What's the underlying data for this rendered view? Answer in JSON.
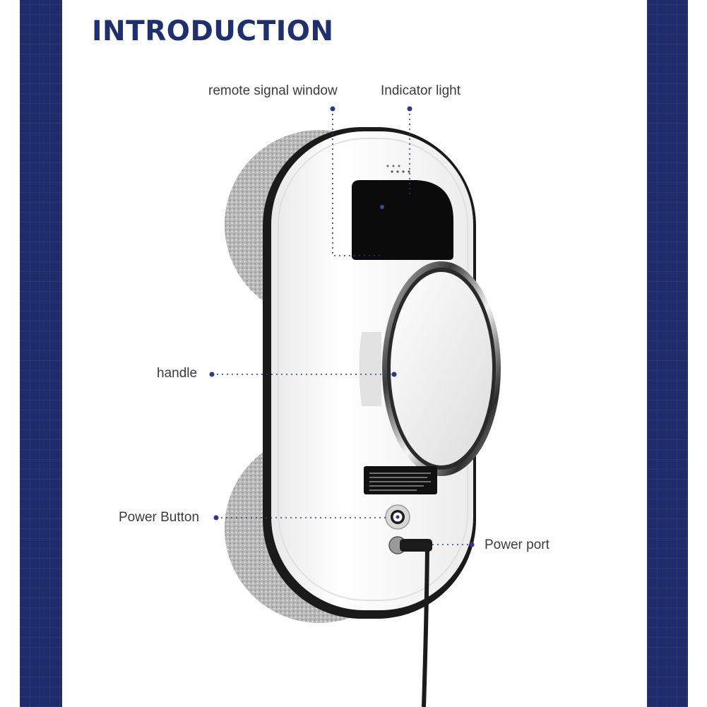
{
  "page": {
    "title": "INTRODUCTION",
    "colors": {
      "band": "#1f2c6b",
      "title": "#20306f",
      "leader": "#2a3a8a",
      "pad": "#b9b9b9",
      "body": "#f6f6f6"
    }
  },
  "callouts": {
    "remote_signal_window": "remote signal window",
    "indicator_light": "Indicator light",
    "handle": "handle",
    "power_button": "Power Button",
    "power_port": "Power port"
  }
}
